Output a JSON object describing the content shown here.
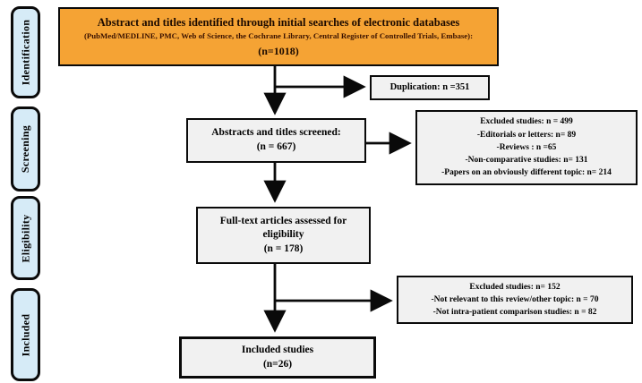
{
  "colors": {
    "orange": "#f5a334",
    "box_fill": "#f1f1f1",
    "sidebar_fill": "#d6ebf7",
    "line": "#0a0a0a"
  },
  "sidebar": {
    "stages": [
      {
        "label": "Identification"
      },
      {
        "label": "Screening"
      },
      {
        "label": "Eligibility"
      },
      {
        "label": "Included"
      }
    ]
  },
  "flow": {
    "identified": {
      "line1": "Abstract and titles identified through initial searches of electronic databases",
      "line2": "(PubMed/MEDLINE, PMC, Web of Science, the Cochrane Library, Central Register of Controlled Trials, Embase):",
      "line3": "(n=1018)"
    },
    "duplication": {
      "text": "Duplication: n =351"
    },
    "screened": {
      "line1": "Abstracts and titles screened:",
      "line2": "(n = 667)"
    },
    "excluded1": {
      "lines": [
        "Excluded studies: n = 499",
        "-Editorials or letters: n= 89",
        "-Reviews : n =65",
        "-Non-comparative studies: n= 131",
        "-Papers on an obviously different topic: n= 214"
      ]
    },
    "fulltext": {
      "line1": "Full-text articles assessed for",
      "line2": "eligibility",
      "line3": "(n = 178)"
    },
    "excluded2": {
      "lines": [
        "Excluded studies: n= 152",
        "-Not relevant to this review/other topic: n = 70",
        "-Not intra-patient comparison studies: n = 82"
      ]
    },
    "included": {
      "line1": "Included studies",
      "line2": "(n=26)"
    }
  }
}
